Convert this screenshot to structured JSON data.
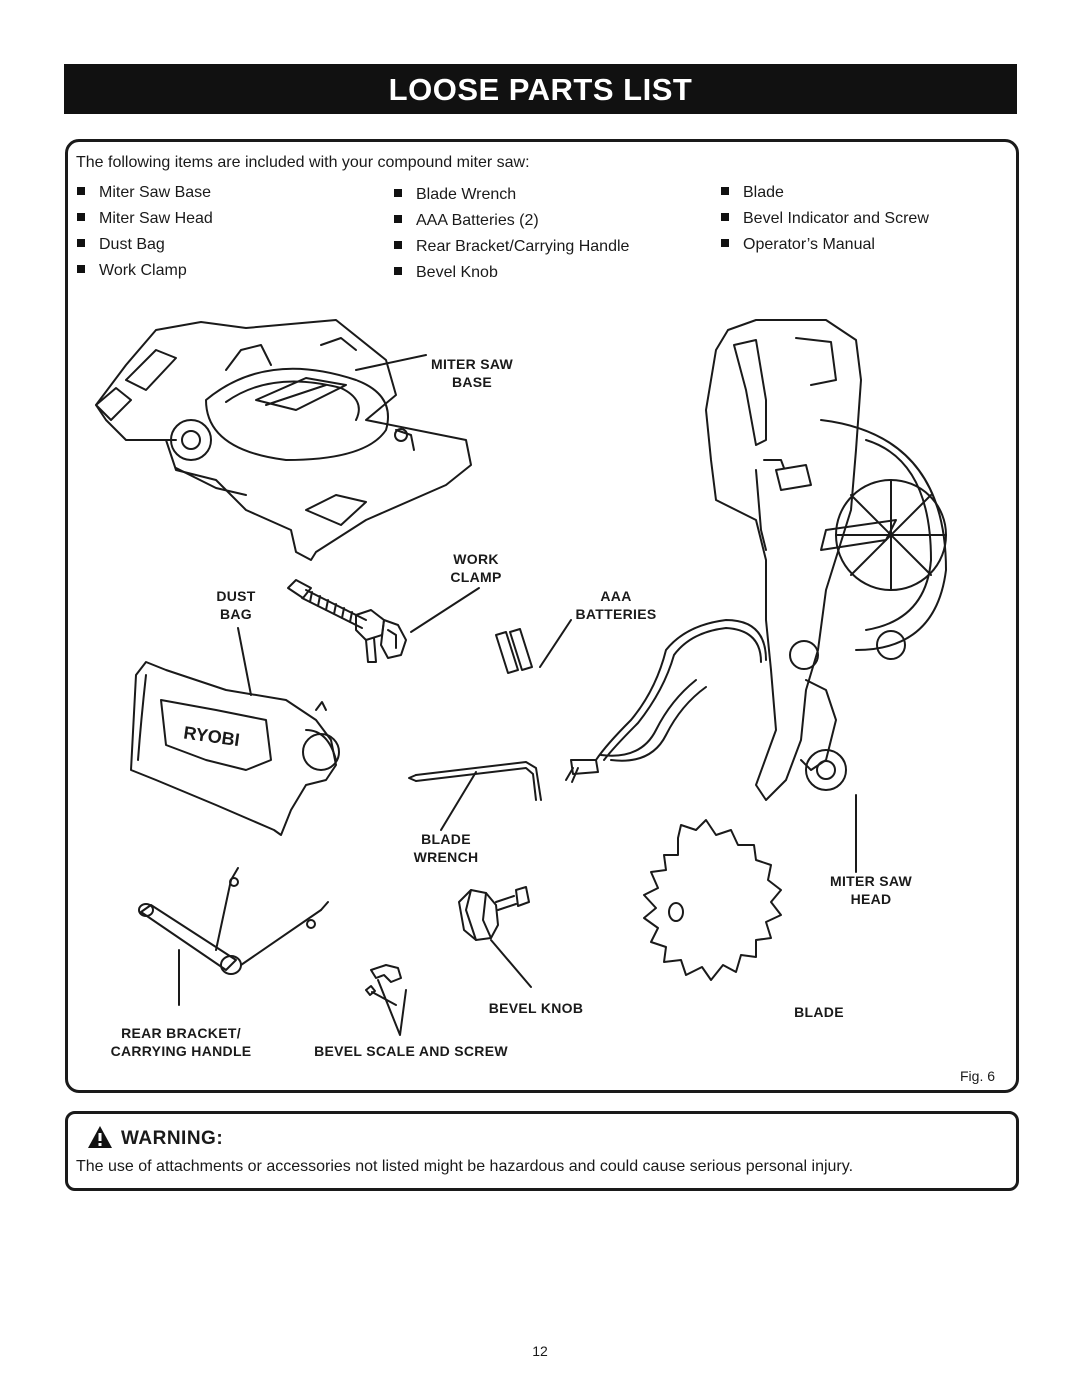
{
  "title": "LOOSE PARTS LIST",
  "intro": "The following items are included with your compound miter saw:",
  "columns": [
    [
      "Miter Saw Base",
      "Miter Saw Head",
      "Dust Bag",
      "Work Clamp"
    ],
    [
      "Blade Wrench",
      "AAA Batteries (2)",
      "Rear Bracket/Carrying Handle",
      "Bevel Knob"
    ],
    [
      "Blade",
      "Bevel Indicator and Screw",
      "Operator’s Manual"
    ]
  ],
  "figure": {
    "labels": {
      "miter_saw_base_1": "MITER SAW",
      "miter_saw_base_2": "BASE",
      "work_clamp_1": "WORK",
      "work_clamp_2": "CLAMP",
      "dust_bag_1": "DUST",
      "dust_bag_2": "BAG",
      "batteries_1": "AAA",
      "batteries_2": "BATTERIES",
      "blade_wrench_1": "BLADE",
      "blade_wrench_2": "WRENCH",
      "miter_saw_head_1": "MITER SAW",
      "miter_saw_head_2": "HEAD",
      "bevel_knob": "BEVEL KNOB",
      "blade": "BLADE",
      "rear_bracket_1": "REAR BRACKET/",
      "rear_bracket_2": "CARRYING HANDLE",
      "bevel_scale": "BEVEL SCALE AND SCREW"
    },
    "brand_logo_text": "RYOBI",
    "caption": "Fig. 6"
  },
  "warning": {
    "title": "WARNING:",
    "text": "The use of attachments or accessories not listed might be hazardous and could cause serious personal injury."
  },
  "page_number": "12"
}
